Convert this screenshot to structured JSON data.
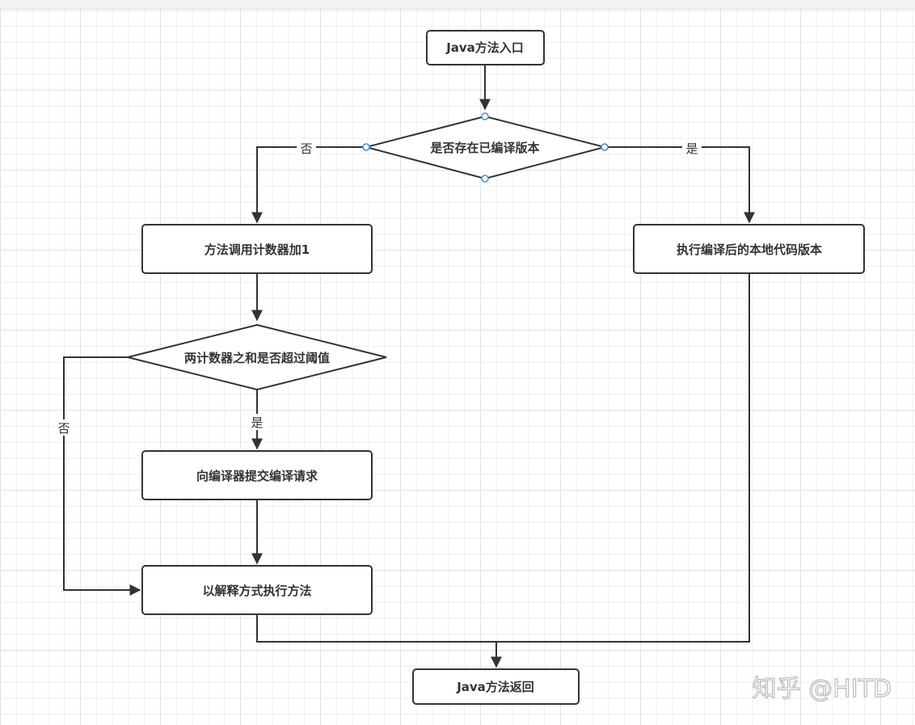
{
  "nodes": {
    "start": "Java方法入口",
    "check_compiled": "是否存在已编译版本",
    "counter_increment": "方法调用计数器加1",
    "execute_native": "执行编译后的本地代码版本",
    "threshold_check": "两计数器之和是否超过阈值",
    "submit_request": "向编译器提交编译请求",
    "interpret": "以解释方式执行方法",
    "end": "Java方法返回"
  },
  "edge_labels": {
    "compiled_no": "否",
    "compiled_yes": "是",
    "threshold_yes": "是",
    "threshold_no": "否"
  },
  "watermark": "知乎 @HITD",
  "colors": {
    "stroke": "#333333",
    "handle": "#3d8fd6",
    "grid": "#e1e1e1"
  }
}
